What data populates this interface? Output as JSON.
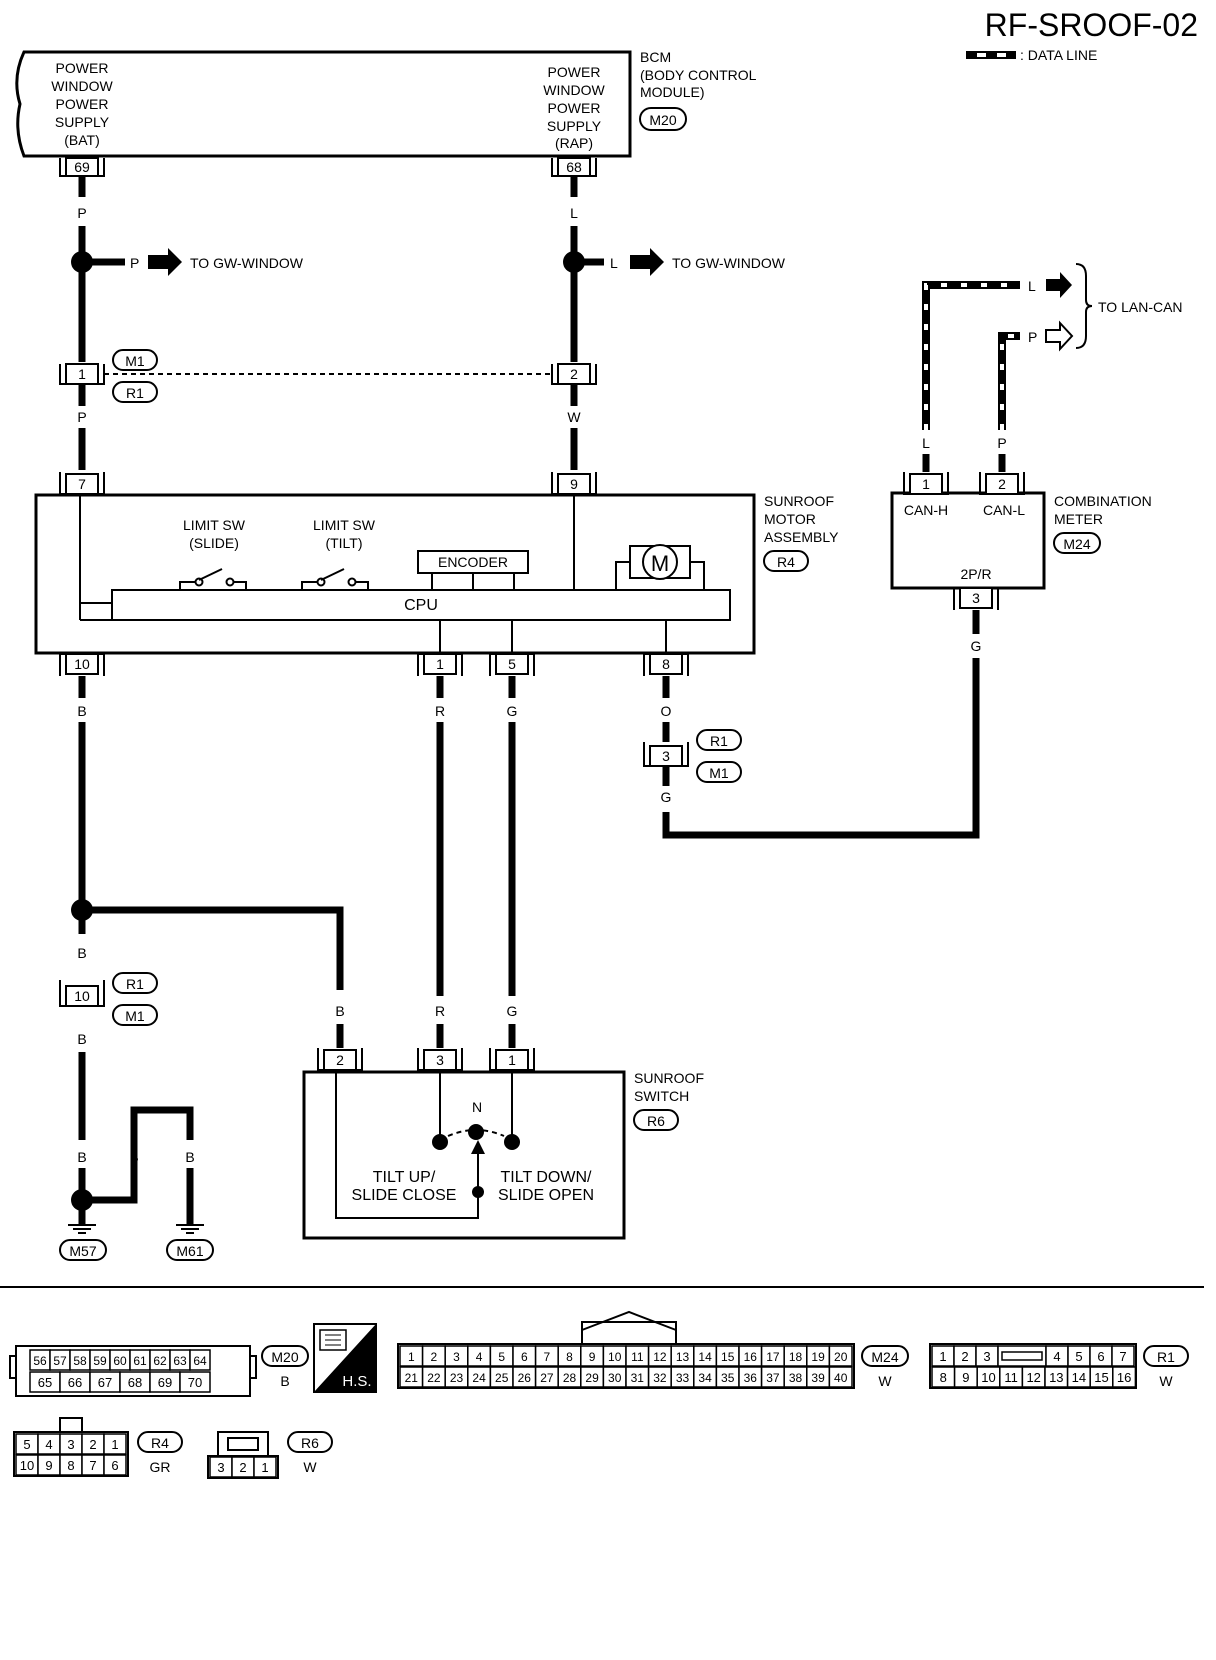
{
  "diagram_id": "RF-SROOF-02",
  "legend": {
    "data_line": ": DATA LINE"
  },
  "bcm": {
    "name": "BCM",
    "full_name_1": "(BODY CONTROL",
    "full_name_2": "MODULE)",
    "connector": "M20",
    "pin_bat_label": [
      "POWER",
      "WINDOW",
      "POWER",
      "SUPPLY",
      "(BAT)"
    ],
    "pin_rap_label": [
      "POWER",
      "WINDOW",
      "POWER",
      "SUPPLY",
      "(RAP)"
    ],
    "pin_bat": "69",
    "pin_rap": "68"
  },
  "wires": {
    "p": "P",
    "l": "L",
    "w": "W",
    "b": "B",
    "r": "R",
    "g": "G",
    "o": "O"
  },
  "to_gw_window": "TO GW-WINDOW",
  "to_lan_can": "TO LAN-CAN",
  "connectors": {
    "m1": "M1",
    "r1": "R1",
    "r4": "R4",
    "r6": "R6",
    "m24": "M24",
    "m20": "M20",
    "m57": "M57",
    "m61": "M61"
  },
  "joint_pins": {
    "p1": "1",
    "p2": "2",
    "p3": "3",
    "p10": "10"
  },
  "sunroof_motor": {
    "title": [
      "SUNROOF",
      "MOTOR",
      "ASSEMBLY"
    ],
    "pins": {
      "p7": "7",
      "p9": "9",
      "p10": "10",
      "p1": "1",
      "p5": "5",
      "p8": "8"
    },
    "limit_slide": [
      "LIMIT SW",
      "(SLIDE)"
    ],
    "limit_tilt": [
      "LIMIT SW",
      "(TILT)"
    ],
    "encoder": "ENCODER",
    "motor": "M",
    "cpu": "CPU"
  },
  "combination_meter": {
    "title": [
      "COMBINATION",
      "METER"
    ],
    "can_h": "CAN-H",
    "can_l": "CAN-L",
    "code": "2P/R",
    "pins": {
      "p1": "1",
      "p2": "2",
      "p3": "3"
    }
  },
  "sunroof_switch": {
    "title": [
      "SUNROOF",
      "SWITCH"
    ],
    "pins": {
      "p2": "2",
      "p3": "3",
      "p1": "1"
    },
    "neutral": "N",
    "tilt_up": [
      "TILT UP/",
      "SLIDE CLOSE"
    ],
    "tilt_down": [
      "TILT DOWN/",
      "SLIDE OPEN"
    ]
  },
  "connector_views": {
    "m20": {
      "id": "M20",
      "color": "B",
      "row1": [
        "56",
        "57",
        "58",
        "59",
        "60",
        "61",
        "62",
        "63",
        "64"
      ],
      "row2": [
        "65",
        "66",
        "67",
        "68",
        "69",
        "70"
      ]
    },
    "hs": "H.S.",
    "m24": {
      "id": "M24",
      "color": "W",
      "row1": [
        "1",
        "2",
        "3",
        "4",
        "5",
        "6",
        "7",
        "8",
        "9",
        "10",
        "11",
        "12",
        "13",
        "14",
        "15",
        "16",
        "17",
        "18",
        "19",
        "20"
      ],
      "row2": [
        "21",
        "22",
        "23",
        "24",
        "25",
        "26",
        "27",
        "28",
        "29",
        "30",
        "31",
        "32",
        "33",
        "34",
        "35",
        "36",
        "37",
        "38",
        "39",
        "40"
      ]
    },
    "r1": {
      "id": "R1",
      "color": "W",
      "row1": [
        "1",
        "2",
        "3",
        "",
        "4",
        "5",
        "6",
        "7"
      ],
      "row2": [
        "8",
        "9",
        "10",
        "11",
        "12",
        "13",
        "14",
        "15",
        "16"
      ]
    },
    "r4": {
      "id": "R4",
      "color": "GR",
      "row1": [
        "5",
        "4",
        "3",
        "2",
        "1"
      ],
      "row2": [
        "10",
        "9",
        "8",
        "7",
        "6"
      ]
    },
    "r6": {
      "id": "R6",
      "color": "W",
      "row1": [
        "3",
        "2",
        "1"
      ]
    }
  }
}
